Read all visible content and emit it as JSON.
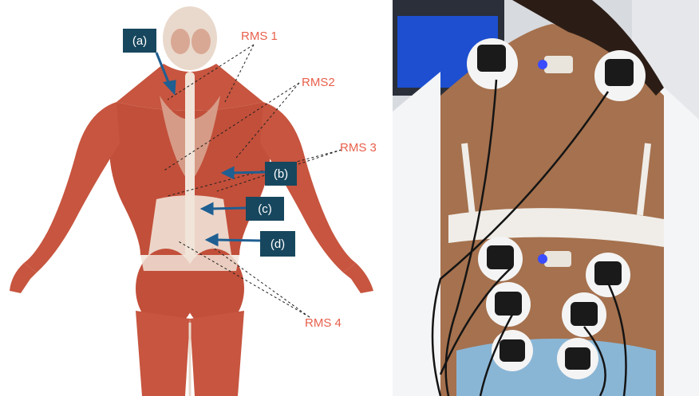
{
  "diagram": {
    "rms_labels": [
      "RMS 1",
      "RMS2",
      "RMS 3",
      "RMS 4"
    ],
    "tags": [
      "(a)",
      "(b)",
      "(c)",
      "(d)"
    ],
    "tag_color": "#17475e",
    "rms_color": "#e8604c",
    "muscle_color": "#c7553f",
    "tendon_color": "#f1e3d8"
  },
  "photo": {
    "description_icon": "sensor-icon",
    "sensor_count": 10
  }
}
